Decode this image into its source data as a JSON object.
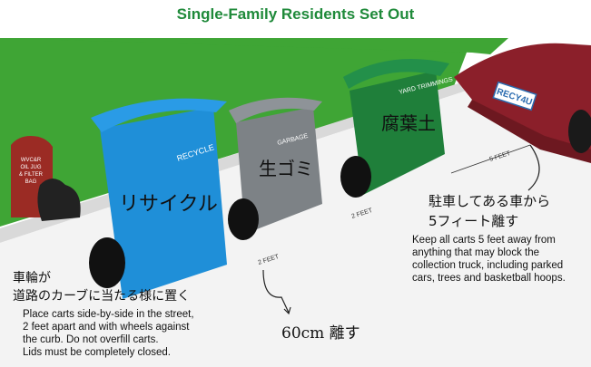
{
  "title": "Single-Family Residents Set Out",
  "labels": {
    "yard_bag": [
      "WVC&R",
      "OIL JUG",
      "& FILTER",
      "BAG"
    ],
    "recycle_cart": "RECYCLE",
    "garbage_cart": "GARBAGE",
    "yard_cart": "YARD TRIMMINGS",
    "plate": "RECY4U",
    "gap_1": "2 FEET",
    "gap_2": "2 FEET",
    "gap_truck": "5 FEET"
  },
  "annotations_jp": {
    "recycle": "リサイクル",
    "garbage": "生ゴミ",
    "yard": "腐葉土",
    "truck_line1": "駐車してある車から",
    "truck_line2": "5フィート離す",
    "wheels_line1": "車輪が",
    "wheels_line2": "道路のカーブに当たる様に置く",
    "gap": "60cm 離す"
  },
  "instructions": {
    "left": [
      "Place carts side-by-side in the street,",
      "2 feet apart and with wheels against",
      "the curb. Do not overfill carts.",
      "Lids must be completely closed."
    ],
    "right": [
      "Keep all carts 5 feet away from",
      "anything that may block the",
      "collection truck, including parked",
      "cars, trees and basketball hoops."
    ]
  },
  "colors": {
    "title": "#1f8a3a",
    "grass": "#3fa535",
    "recycle": "#1f8fd8",
    "garbage": "#7d8286",
    "yard": "#1f7f3a",
    "truck": "#8b1f2a"
  }
}
